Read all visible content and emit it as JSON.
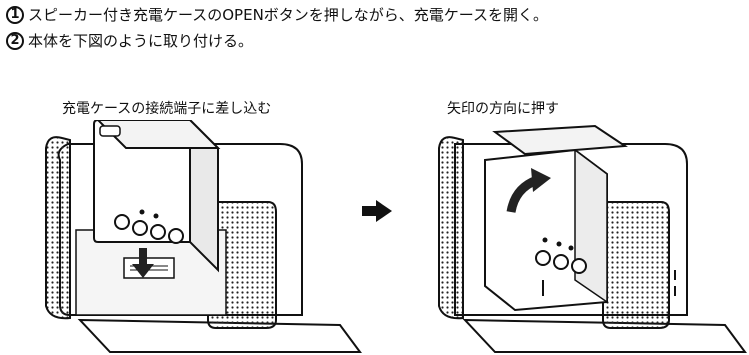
{
  "steps": [
    {
      "number": "1",
      "text": "スピーカー付き充電ケースのOPENボタンを押しながら、充電ケースを開く。"
    },
    {
      "number": "2",
      "text": "本体を下図のように取り付ける。"
    }
  ],
  "figures": [
    {
      "caption": "充電ケースの接続端子に差し込む"
    },
    {
      "caption": "矢印の方向に押す"
    }
  ],
  "icons": {
    "between_figures": "right-arrow-icon",
    "left_figure_arrow": "down-arrow-icon",
    "right_figure_arrow": "curved-arrow-icon"
  }
}
